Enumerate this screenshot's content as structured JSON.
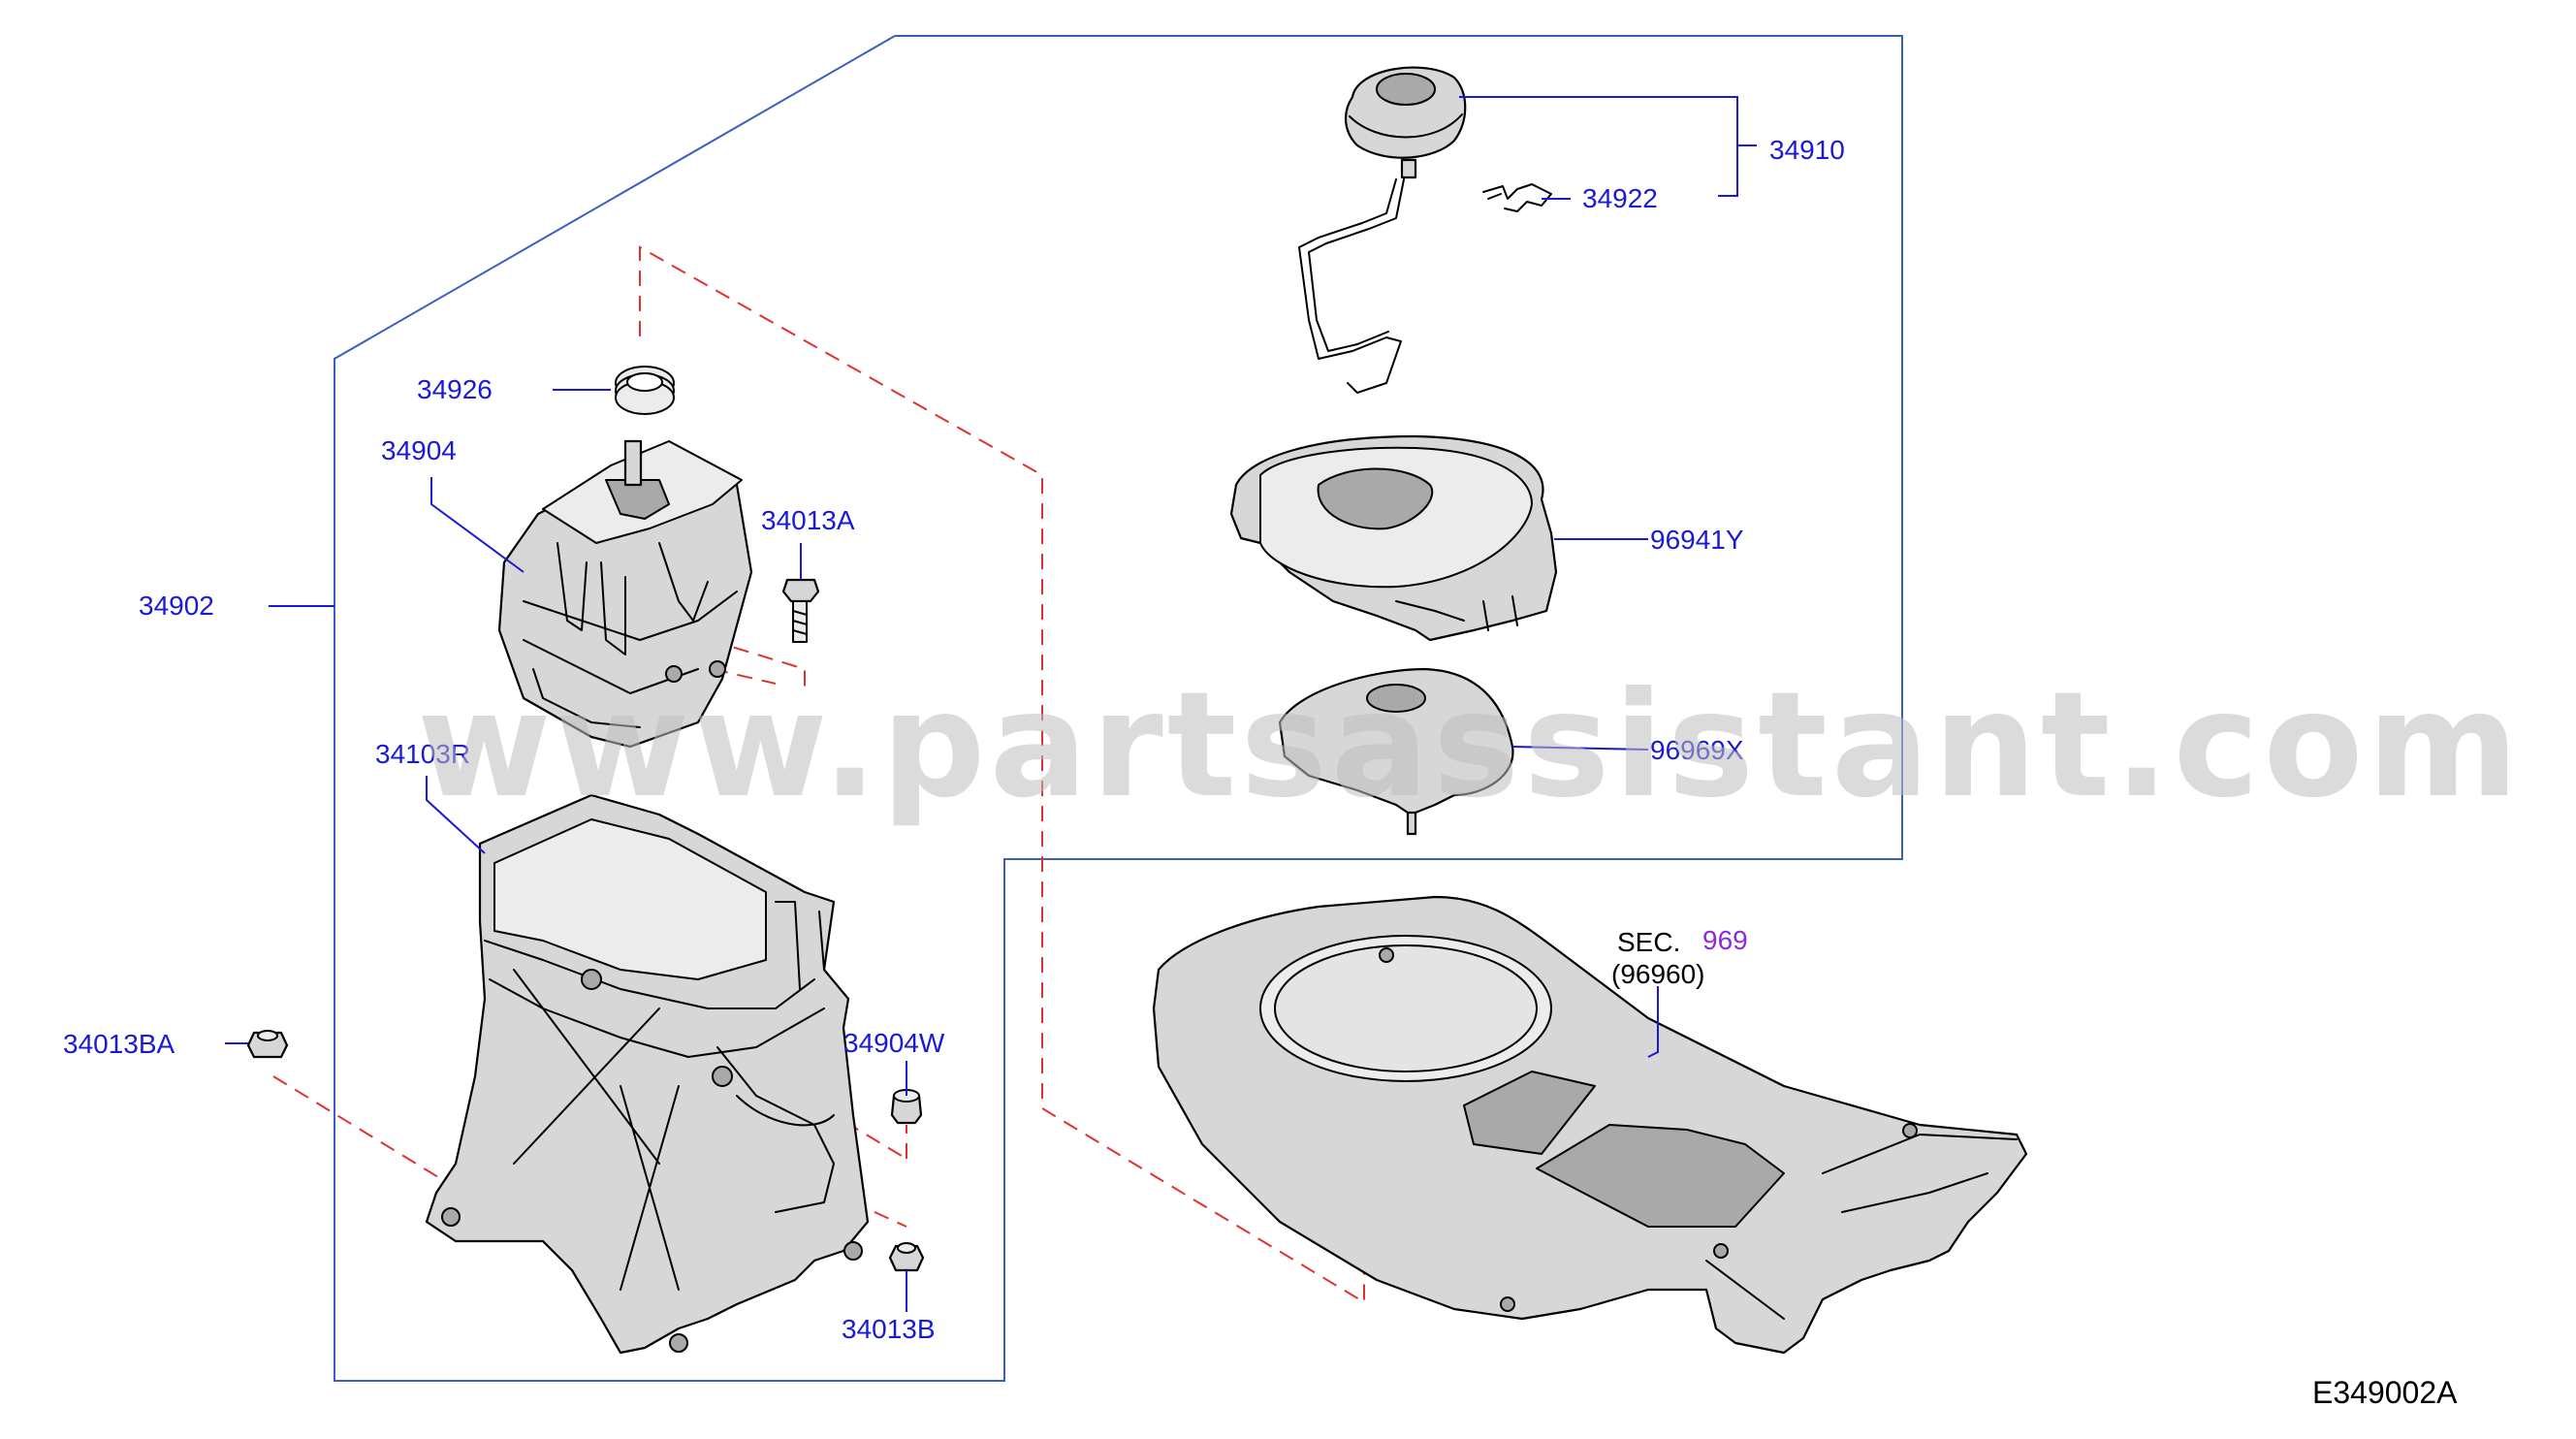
{
  "watermark": "www.partsassistant.com",
  "diagram_code": "E349002A",
  "section_ref": {
    "prefix": "SEC.",
    "number": "969",
    "sub": "(96960)"
  },
  "parts": [
    {
      "id": "p34910",
      "number": "34910"
    },
    {
      "id": "p34922",
      "number": "34922"
    },
    {
      "id": "p34926",
      "number": "34926"
    },
    {
      "id": "p34904",
      "number": "34904"
    },
    {
      "id": "p34013A",
      "number": "34013A"
    },
    {
      "id": "p34902",
      "number": "34902"
    },
    {
      "id": "p96941Y",
      "number": "96941Y"
    },
    {
      "id": "p96969X",
      "number": "96969X"
    },
    {
      "id": "p34103R",
      "number": "34103R"
    },
    {
      "id": "p34013BA",
      "number": "34013BA"
    },
    {
      "id": "p34904W",
      "number": "34904W"
    },
    {
      "id": "p34013B",
      "number": "34013B"
    }
  ],
  "colors": {
    "label": "#1a1ad6",
    "section_number": "#8a2be2",
    "frame": "#3a5fbf",
    "dash_line": "#e03030",
    "watermark": "#bdbdbd"
  }
}
